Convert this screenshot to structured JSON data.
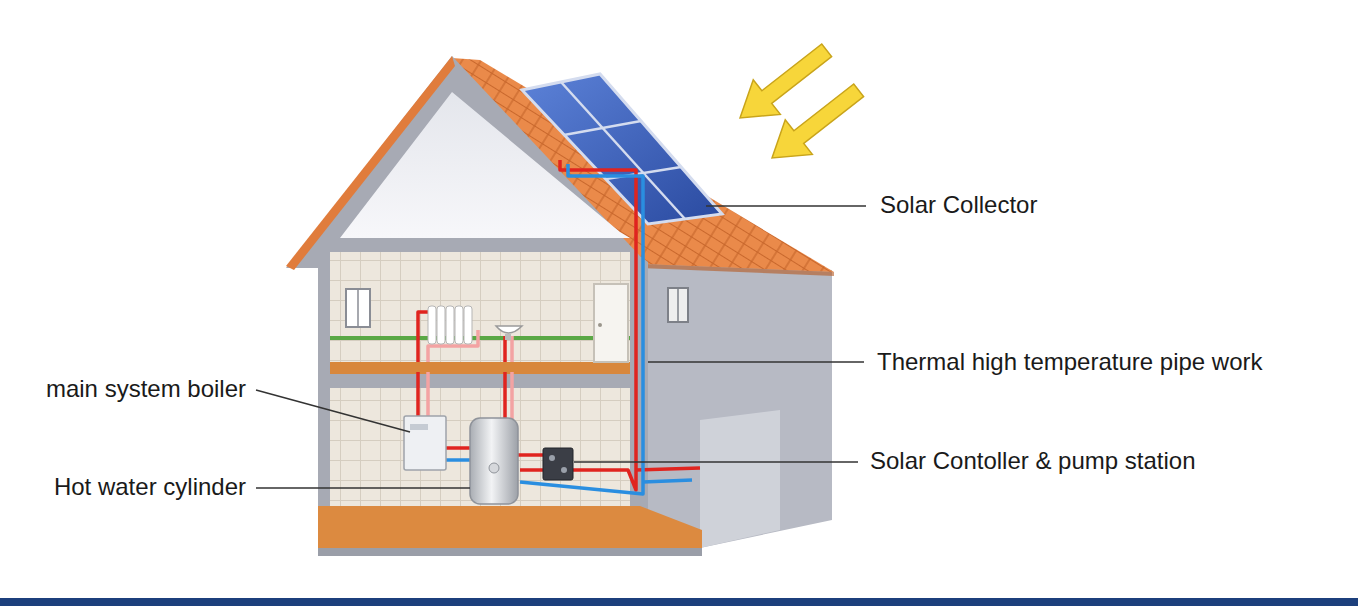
{
  "diagram": {
    "labels": [
      "Solar Collector",
      "Thermal high temperature pipe work",
      "main system boiler",
      "Solar Contoller & pump station",
      "Hot water cylinder"
    ]
  }
}
